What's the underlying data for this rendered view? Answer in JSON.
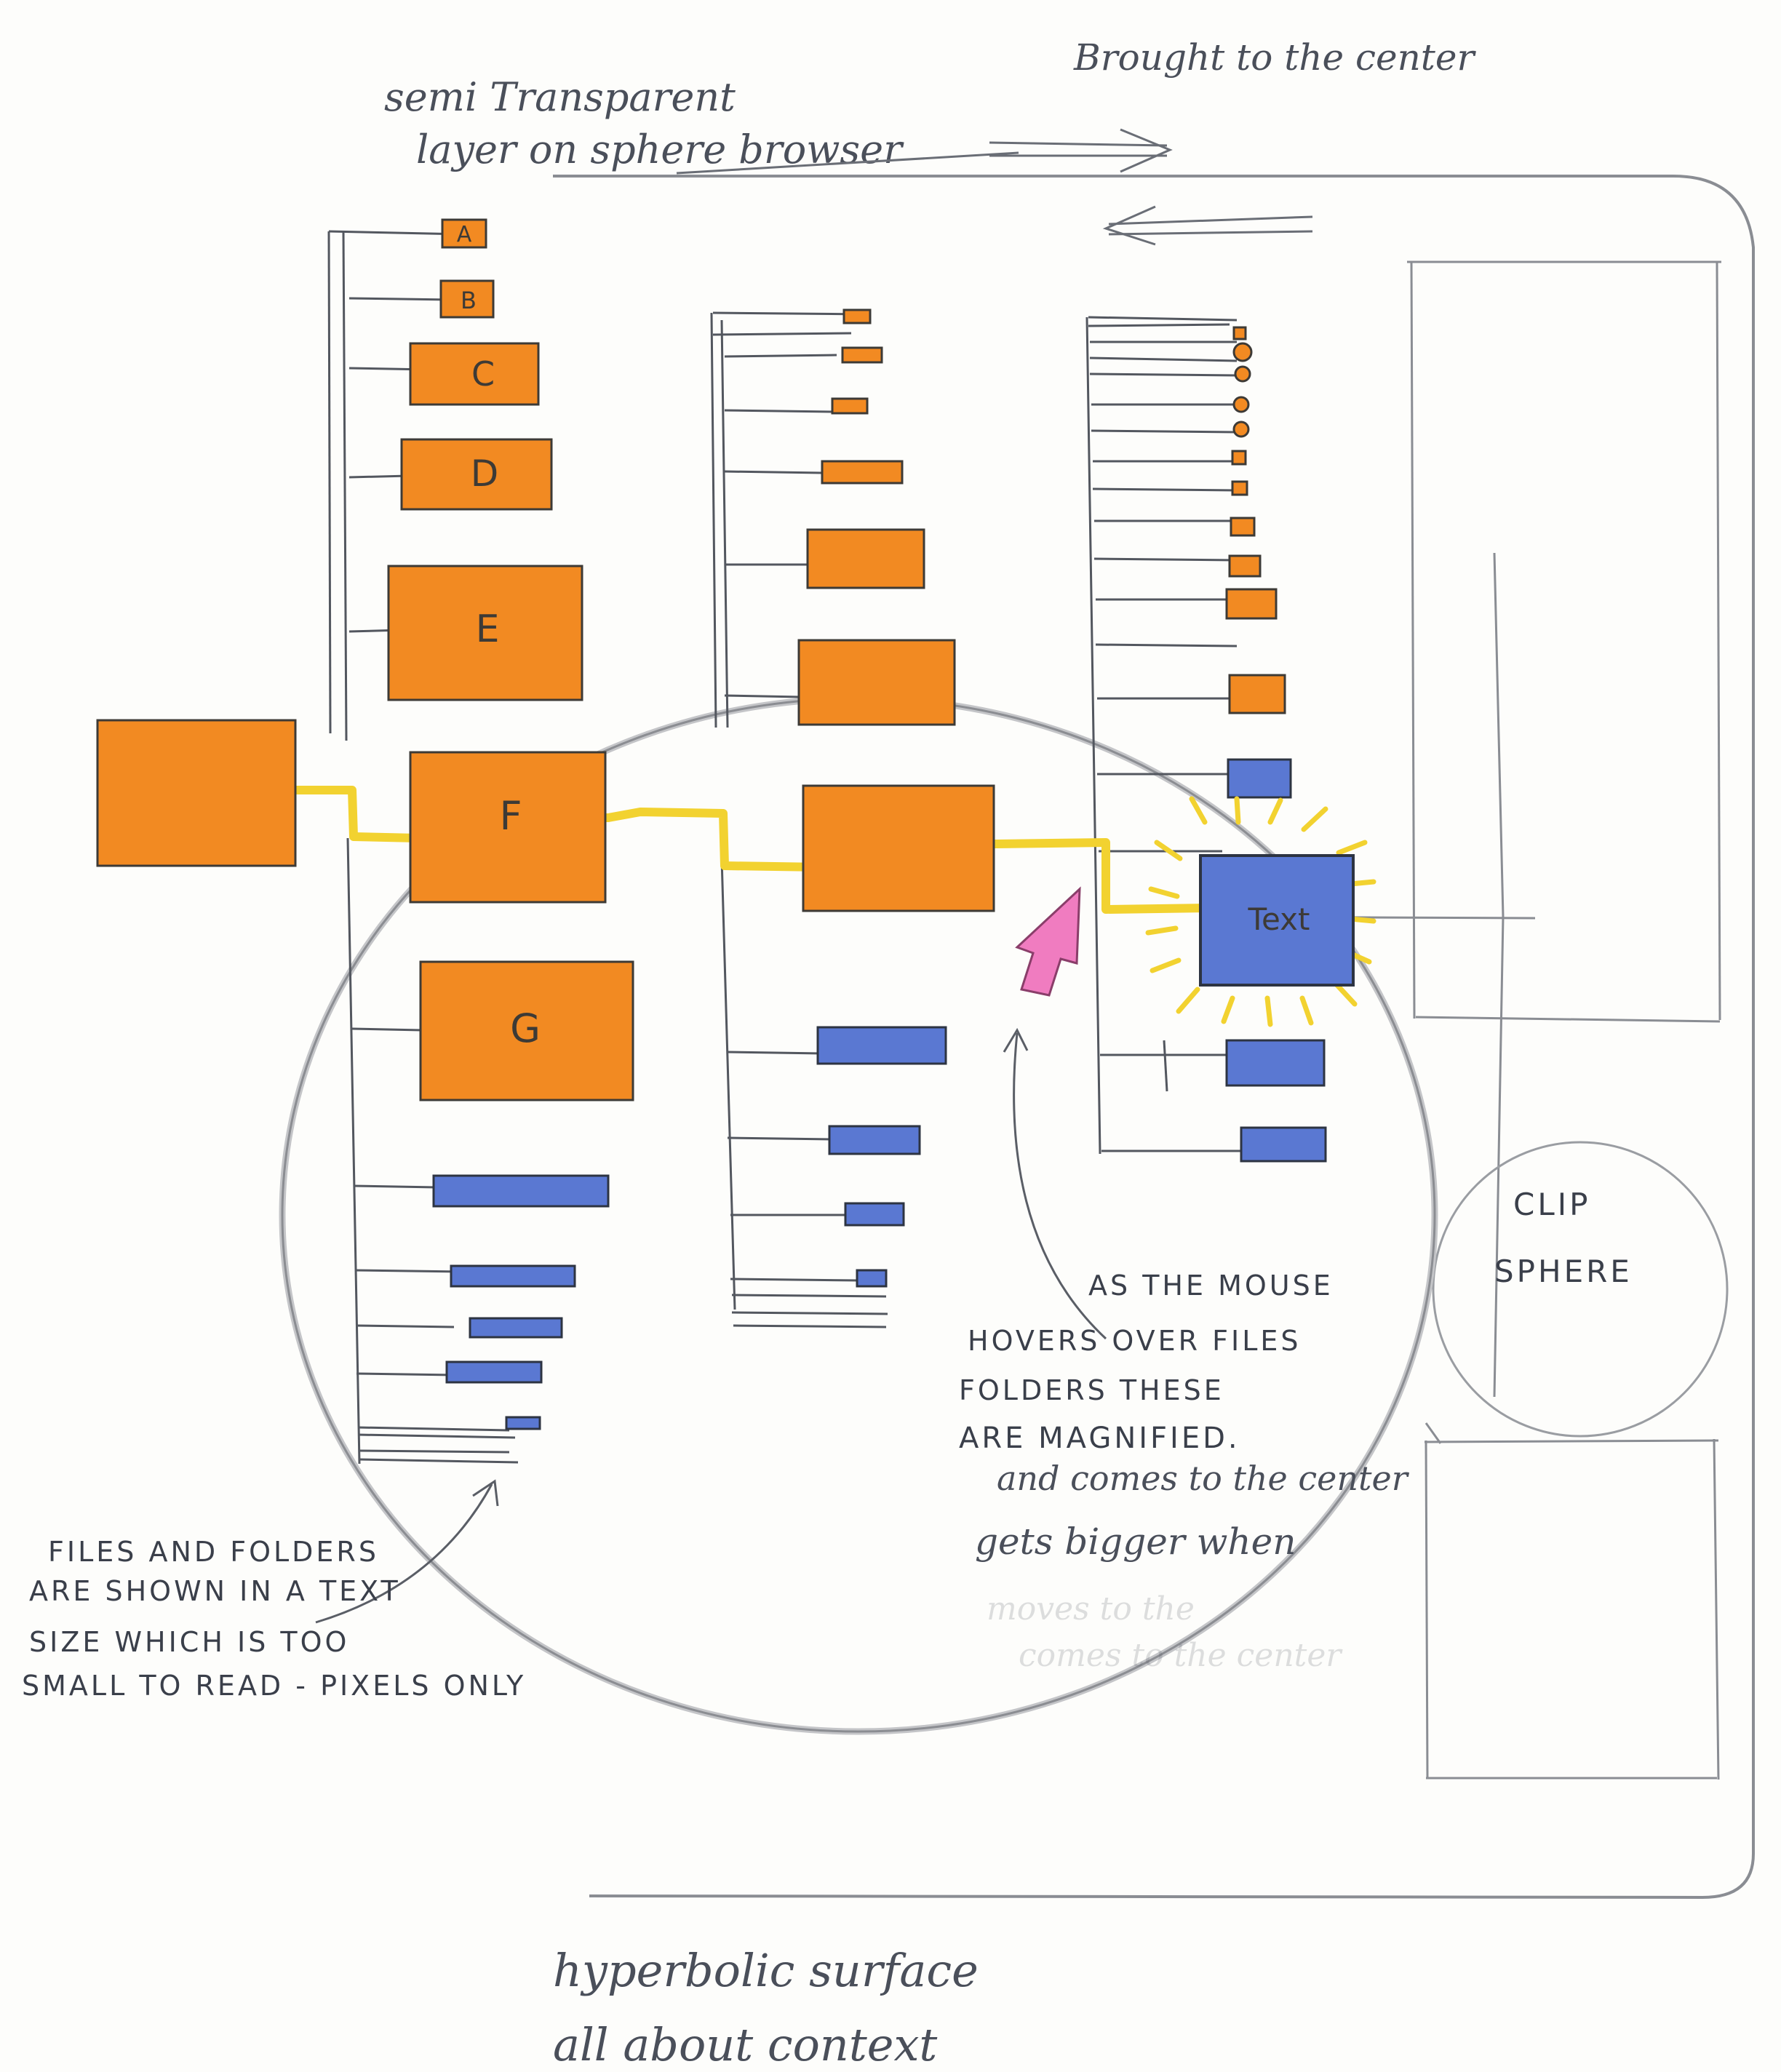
{
  "notes": {
    "semi_transparent": [
      "semi Transparent",
      "layer on sphere browser"
    ],
    "brought_to_center": "Brought to the center",
    "hover_note": [
      "AS THE MOUSE",
      "HOVERS OVER FILES",
      "FOLDERS THESE",
      "ARE MAGNIFIED.",
      "and comes to the center"
    ],
    "bigger_note": [
      "gets bigger when"
    ],
    "faded_note": [
      "moves to the",
      "comes to the center"
    ],
    "files_note": [
      "FILES AND FOLDERS",
      "ARE SHOWN IN A TEXT",
      "SIZE WHICH IS TOO",
      "SMALL TO READ - PIXELS ONLY"
    ],
    "clip_sphere": [
      "CLIP",
      "SPHERE"
    ],
    "footer": [
      "hyperbolic surface",
      "all about context"
    ]
  },
  "folders": {
    "a": "A",
    "b": "B",
    "c": "C",
    "d": "D",
    "e": "E",
    "f": "F",
    "g": "G",
    "selected_file": "Text"
  },
  "colors": {
    "folder": "#f28a22",
    "file": "#5a78d2",
    "path": "#f2d230",
    "pointer": "#f07cc0",
    "pencil": "#4a4f5a"
  },
  "icons": {
    "pointer": "cursor-arrow-icon",
    "glow": "highlight-burst-icon"
  }
}
